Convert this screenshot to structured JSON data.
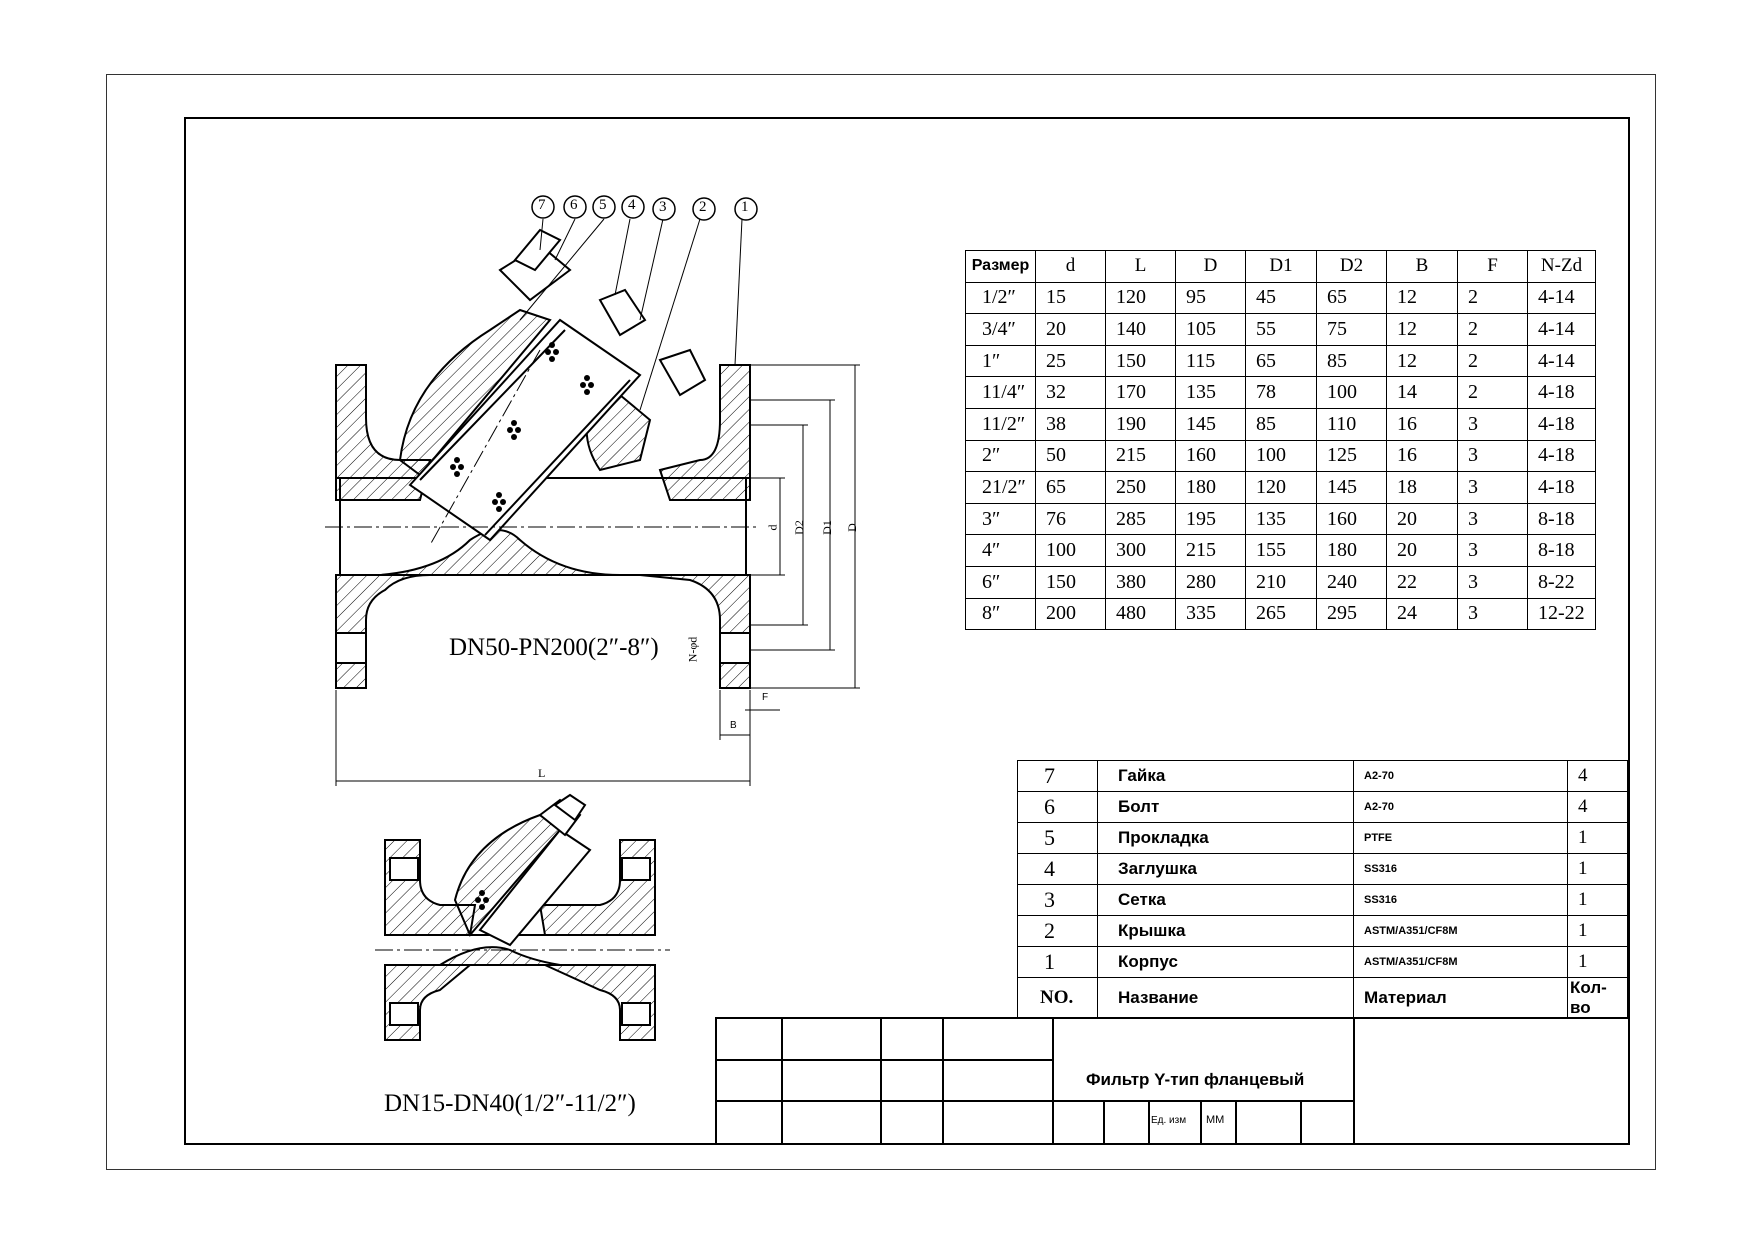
{
  "callouts": [
    "7",
    "6",
    "5",
    "4",
    "3",
    "2",
    "1"
  ],
  "views": {
    "large_label": "DN50-PN200(2″-8″)",
    "small_label": "DN15-DN40(1/2″-11/2″)",
    "dim_labels": {
      "d": "d",
      "D2": "D2",
      "D1": "D1",
      "D": "D",
      "L": "L",
      "B": "B",
      "F": "F",
      "Nd": "N-φd"
    }
  },
  "dimensions_table": {
    "headers": [
      "Размер",
      "d",
      "L",
      "D",
      "D1",
      "D2",
      "B",
      "F",
      "N-Zd"
    ],
    "rows": [
      [
        "1/2″",
        "15",
        "120",
        "95",
        "45",
        "65",
        "12",
        "2",
        "4-14"
      ],
      [
        "3/4″",
        "20",
        "140",
        "105",
        "55",
        "75",
        "12",
        "2",
        "4-14"
      ],
      [
        "1″",
        "25",
        "150",
        "115",
        "65",
        "85",
        "12",
        "2",
        "4-14"
      ],
      [
        "11/4″",
        "32",
        "170",
        "135",
        "78",
        "100",
        "14",
        "2",
        "4-18"
      ],
      [
        "11/2″",
        "38",
        "190",
        "145",
        "85",
        "110",
        "16",
        "3",
        "4-18"
      ],
      [
        "2″",
        "50",
        "215",
        "160",
        "100",
        "125",
        "16",
        "3",
        "4-18"
      ],
      [
        "21/2″",
        "65",
        "250",
        "180",
        "120",
        "145",
        "18",
        "3",
        "4-18"
      ],
      [
        "3″",
        "76",
        "285",
        "195",
        "135",
        "160",
        "20",
        "3",
        "8-18"
      ],
      [
        "4″",
        "100",
        "300",
        "215",
        "155",
        "180",
        "20",
        "3",
        "8-18"
      ],
      [
        "6″",
        "150",
        "380",
        "280",
        "210",
        "240",
        "22",
        "3",
        "8-22"
      ],
      [
        "8″",
        "200",
        "480",
        "335",
        "265",
        "295",
        "24",
        "3",
        "12-22"
      ]
    ]
  },
  "parts_table": {
    "rows": [
      {
        "no": "7",
        "name": "Гайка",
        "material": "A2-70",
        "qty": "4"
      },
      {
        "no": "6",
        "name": "Болт",
        "material": "A2-70",
        "qty": "4"
      },
      {
        "no": "5",
        "name": "Прокладка",
        "material": "PTFE",
        "qty": "1"
      },
      {
        "no": "4",
        "name": "Заглушка",
        "material": "SS316",
        "qty": "1"
      },
      {
        "no": "3",
        "name": "Сетка",
        "material": "SS316",
        "qty": "1"
      },
      {
        "no": "2",
        "name": "Крышка",
        "material": "ASTM/A351/CF8M",
        "qty": "1"
      },
      {
        "no": "1",
        "name": "Корпус",
        "material": "ASTM/A351/CF8M",
        "qty": "1"
      }
    ],
    "header": {
      "no": "NO.",
      "name": "Название",
      "material": "Материал",
      "qty": "Кол-во"
    }
  },
  "title_block": {
    "title": "Фильтр Y-тип фланцевый",
    "unit_label": "Ед. изм",
    "unit_value": "ММ"
  }
}
